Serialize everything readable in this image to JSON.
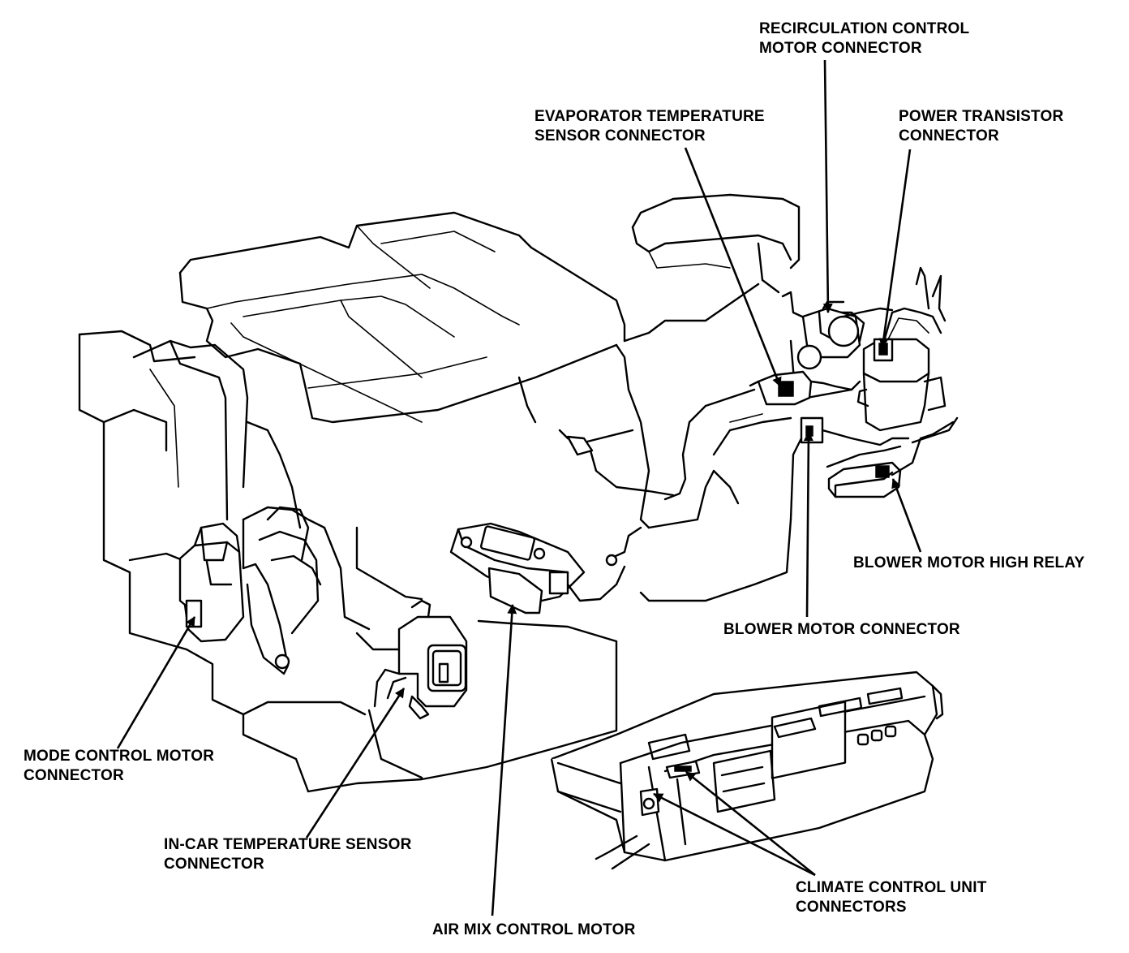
{
  "labels": {
    "recirculation_control_motor_connector": [
      "RECIRCULATION CONTROL",
      "MOTOR CONNECTOR"
    ],
    "evaporator_temperature_sensor_connector": [
      "EVAPORATOR TEMPERATURE",
      "SENSOR CONNECTOR"
    ],
    "power_transistor_connector": [
      "POWER TRANSISTOR",
      "CONNECTOR"
    ],
    "blower_motor_high_relay": [
      "BLOWER MOTOR HIGH RELAY"
    ],
    "blower_motor_connector": [
      "BLOWER MOTOR CONNECTOR"
    ],
    "mode_control_motor_connector": [
      "MODE CONTROL MOTOR",
      "CONNECTOR"
    ],
    "in_car_temperature_sensor_connector": [
      "IN-CAR TEMPERATURE SENSOR",
      "CONNECTOR"
    ],
    "air_mix_control_motor": [
      "AIR MIX CONTROL MOTOR"
    ],
    "climate_control_unit_connectors": [
      "CLIMATE CONTROL UNIT",
      "CONNECTORS"
    ]
  }
}
